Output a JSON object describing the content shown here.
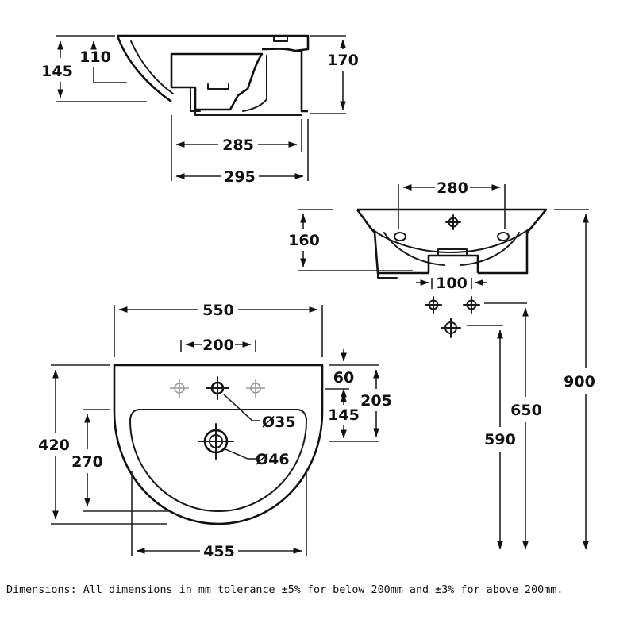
{
  "side_view": {
    "dim_145": "145",
    "dim_110": "110",
    "dim_170": "170",
    "dim_285": "285",
    "dim_295": "295"
  },
  "front_view": {
    "dim_280": "280",
    "dim_160": "160",
    "dim_100": "100",
    "dim_650": "650",
    "dim_590": "590",
    "dim_900": "900"
  },
  "plan_view": {
    "dim_550": "550",
    "dim_200": "200",
    "dim_60": "60",
    "dim_205": "205",
    "dim_145": "145",
    "dim_420": "420",
    "dim_270": "270",
    "dim_455": "455",
    "tap_hole": "Ø35",
    "waste_hole": "Ø46"
  },
  "caption": "Dimensions: All dimensions in mm tolerance ±5% for below 200mm and ±3% for above 200mm."
}
